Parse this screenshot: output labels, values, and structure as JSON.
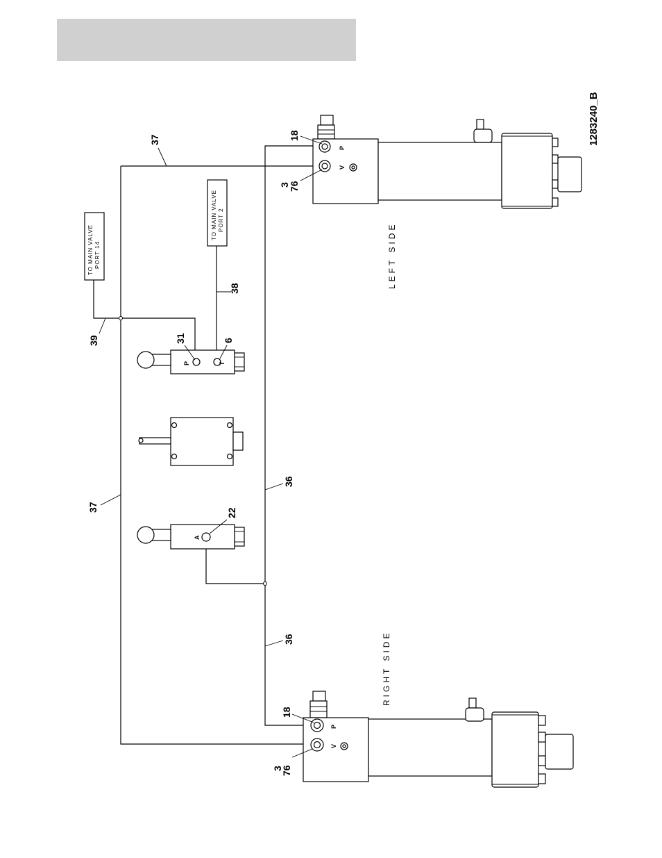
{
  "header": {
    "bar_text": ""
  },
  "drawing_number": "1283240_B",
  "sides": {
    "left": "LEFT SIDE",
    "right": "RIGHT SIDE"
  },
  "notes": {
    "port14_line1": "TO MAIN VALVE",
    "port14_line2": "PORT 14",
    "port2_line1": "TO MAIN VALVE",
    "port2_line2": "PORT 2"
  },
  "callouts": {
    "c37_top": "37",
    "c37_left": "37",
    "c39": "39",
    "c38": "38",
    "c31": "31",
    "c6": "6",
    "c22": "22",
    "c36_upper": "36",
    "c36_lower": "36",
    "ls_18": "18",
    "ls_3": "3",
    "ls_76": "76",
    "rs_18": "18",
    "rs_3": "3",
    "rs_76": "76"
  },
  "port_letters": {
    "ls_p": "P",
    "ls_v": "V",
    "rs_p": "P",
    "rs_v": "V",
    "valve_p": "P",
    "valve_t": "T",
    "valve_a": "A"
  }
}
